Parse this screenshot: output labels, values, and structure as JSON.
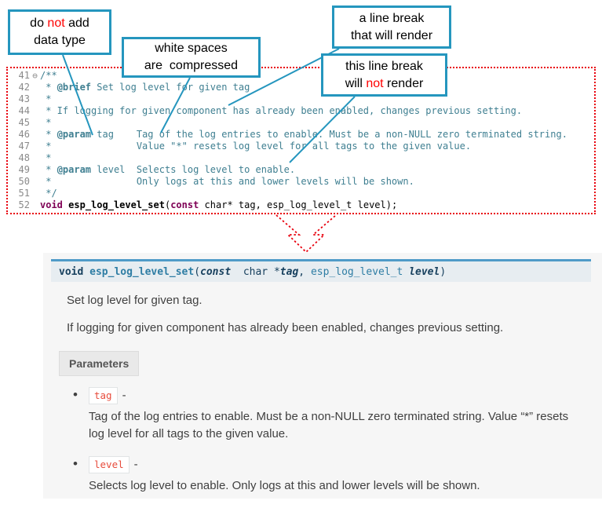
{
  "callouts": {
    "no_datatype": {
      "l1a": "do ",
      "l1red": "not",
      "l1b": " add",
      "l2": "data type"
    },
    "whitespace": {
      "l1": "white spaces",
      "l2": "are  compressed"
    },
    "break_render": {
      "l1": "a line break",
      "l2": "that will render"
    },
    "break_norender": {
      "l1": "this line break",
      "l2a": "will ",
      "l2red": "not",
      "l2b": " render"
    }
  },
  "code": {
    "lines": [
      {
        "num": "41",
        "fold": "⊖",
        "segs": [
          {
            "t": "/**",
            "c": "comment"
          }
        ]
      },
      {
        "num": "42",
        "segs": [
          {
            "t": " * ",
            "c": "comment"
          },
          {
            "t": "@brief",
            "c": "tag"
          },
          {
            "t": " Set log level for given tag",
            "c": "comment"
          }
        ]
      },
      {
        "num": "43",
        "segs": [
          {
            "t": " *",
            "c": "comment"
          }
        ]
      },
      {
        "num": "44",
        "segs": [
          {
            "t": " * If logging for given component has already been enabled, changes previous setting.",
            "c": "comment"
          }
        ]
      },
      {
        "num": "45",
        "segs": [
          {
            "t": " *",
            "c": "comment"
          }
        ]
      },
      {
        "num": "46",
        "segs": [
          {
            "t": " * ",
            "c": "comment"
          },
          {
            "t": "@param",
            "c": "tag"
          },
          {
            "t": " tag    Tag of the log entries to enable. Must be a non-NULL zero terminated string.",
            "c": "comment"
          }
        ]
      },
      {
        "num": "47",
        "segs": [
          {
            "t": " *               Value \"*\" resets log level for all tags to the given value.",
            "c": "comment"
          }
        ]
      },
      {
        "num": "48",
        "segs": [
          {
            "t": " *",
            "c": "comment"
          }
        ]
      },
      {
        "num": "49",
        "segs": [
          {
            "t": " * ",
            "c": "comment"
          },
          {
            "t": "@param",
            "c": "tag"
          },
          {
            "t": " level  Selects log level to enable.",
            "c": "comment"
          }
        ]
      },
      {
        "num": "50",
        "segs": [
          {
            "t": " *               Only logs at this and lower levels will be shown.",
            "c": "comment"
          }
        ]
      },
      {
        "num": "51",
        "segs": [
          {
            "t": " */",
            "c": "comment"
          }
        ]
      },
      {
        "num": "52",
        "segs": [
          {
            "t": "void",
            "c": "keyword"
          },
          {
            "t": " ",
            "c": "plain"
          },
          {
            "t": "esp_log_level_set",
            "c": "func"
          },
          {
            "t": "(",
            "c": "plain"
          },
          {
            "t": "const",
            "c": "keyword"
          },
          {
            "t": " char* tag, esp_log_level_t level);",
            "c": "plain"
          }
        ]
      }
    ]
  },
  "docs": {
    "signature_segs": [
      {
        "t": "void ",
        "c": "kw"
      },
      {
        "t": "esp_log_level_set",
        "c": "name"
      },
      {
        "t": "(",
        "c": "plain"
      },
      {
        "t": "const",
        "c": "kwi"
      },
      {
        "t": "  char *",
        "c": "plain"
      },
      {
        "t": "tag",
        "c": "parami"
      },
      {
        "t": ", ",
        "c": "plain"
      },
      {
        "t": "esp_log_level_t ",
        "c": "type"
      },
      {
        "t": "level",
        "c": "parami"
      },
      {
        "t": ")",
        "c": "plain"
      }
    ],
    "para1": "Set log level for given tag.",
    "para2": "If logging for given component has already been enabled, changes previous setting.",
    "parameters_label": "Parameters",
    "params": [
      {
        "name": "tag",
        "dash": "-",
        "desc": "Tag of the log entries to enable. Must be a non-NULL zero terminated string. Value “*” resets log level for all tags to the given value."
      },
      {
        "name": "level",
        "dash": "-",
        "desc": "Selects log level to enable. Only logs at this and lower levels will be shown."
      }
    ]
  },
  "colors": {
    "callout_accent": "#2596be",
    "callout_red_text": "#ff0000",
    "dotted_red": "#e8000d",
    "code_comment": "#3f7f91",
    "code_keyword": "#7f0055",
    "sig_border_blue": "#4f9bc8",
    "param_literal_red": "#e74c3c"
  }
}
